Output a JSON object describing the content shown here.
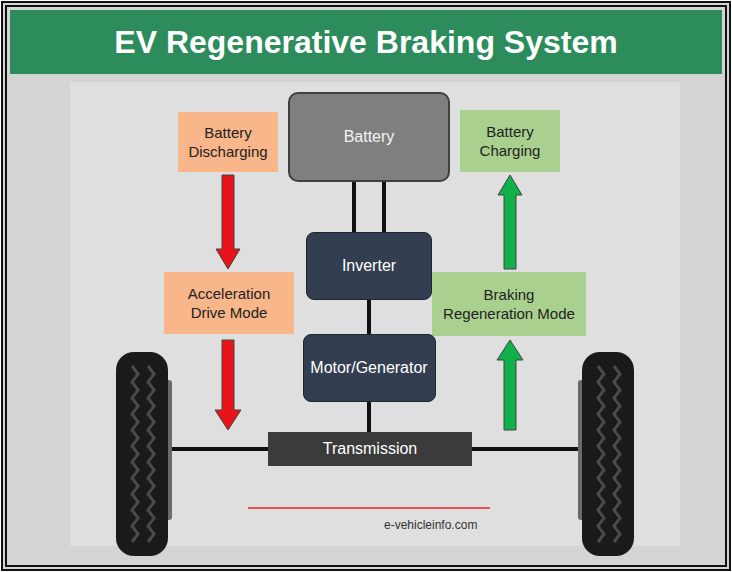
{
  "diagram": {
    "title": "EV Regenerative Braking System",
    "nodes": [
      {
        "text": [
          "Battery"
        ]
      },
      {
        "text": [
          "Battery Discharging"
        ]
      },
      {
        "text": [
          "Battery Charging"
        ]
      },
      {
        "text": [
          "Inverter"
        ]
      },
      {
        "text": [
          "Acceleration Drive Mode"
        ]
      },
      {
        "text": [
          "Braking Regeneration Mode"
        ]
      },
      {
        "text": [
          "Motor/Generator"
        ]
      },
      {
        "text": [
          "Transmission"
        ]
      }
    ],
    "edges": [
      {
        "from": 0,
        "to": 3,
        "arrow": "none"
      },
      {
        "from": 0,
        "to": 3,
        "arrow": "none"
      },
      {
        "from": 3,
        "to": 6,
        "arrow": "none"
      },
      {
        "from": 6,
        "to": 7,
        "arrow": "none"
      },
      {
        "from": 1,
        "to": 4,
        "arrow": "to"
      },
      {
        "from": 5,
        "to": 2,
        "arrow": "to"
      }
    ],
    "labels": [
      "e-vehicleinfo.com"
    ]
  }
}
